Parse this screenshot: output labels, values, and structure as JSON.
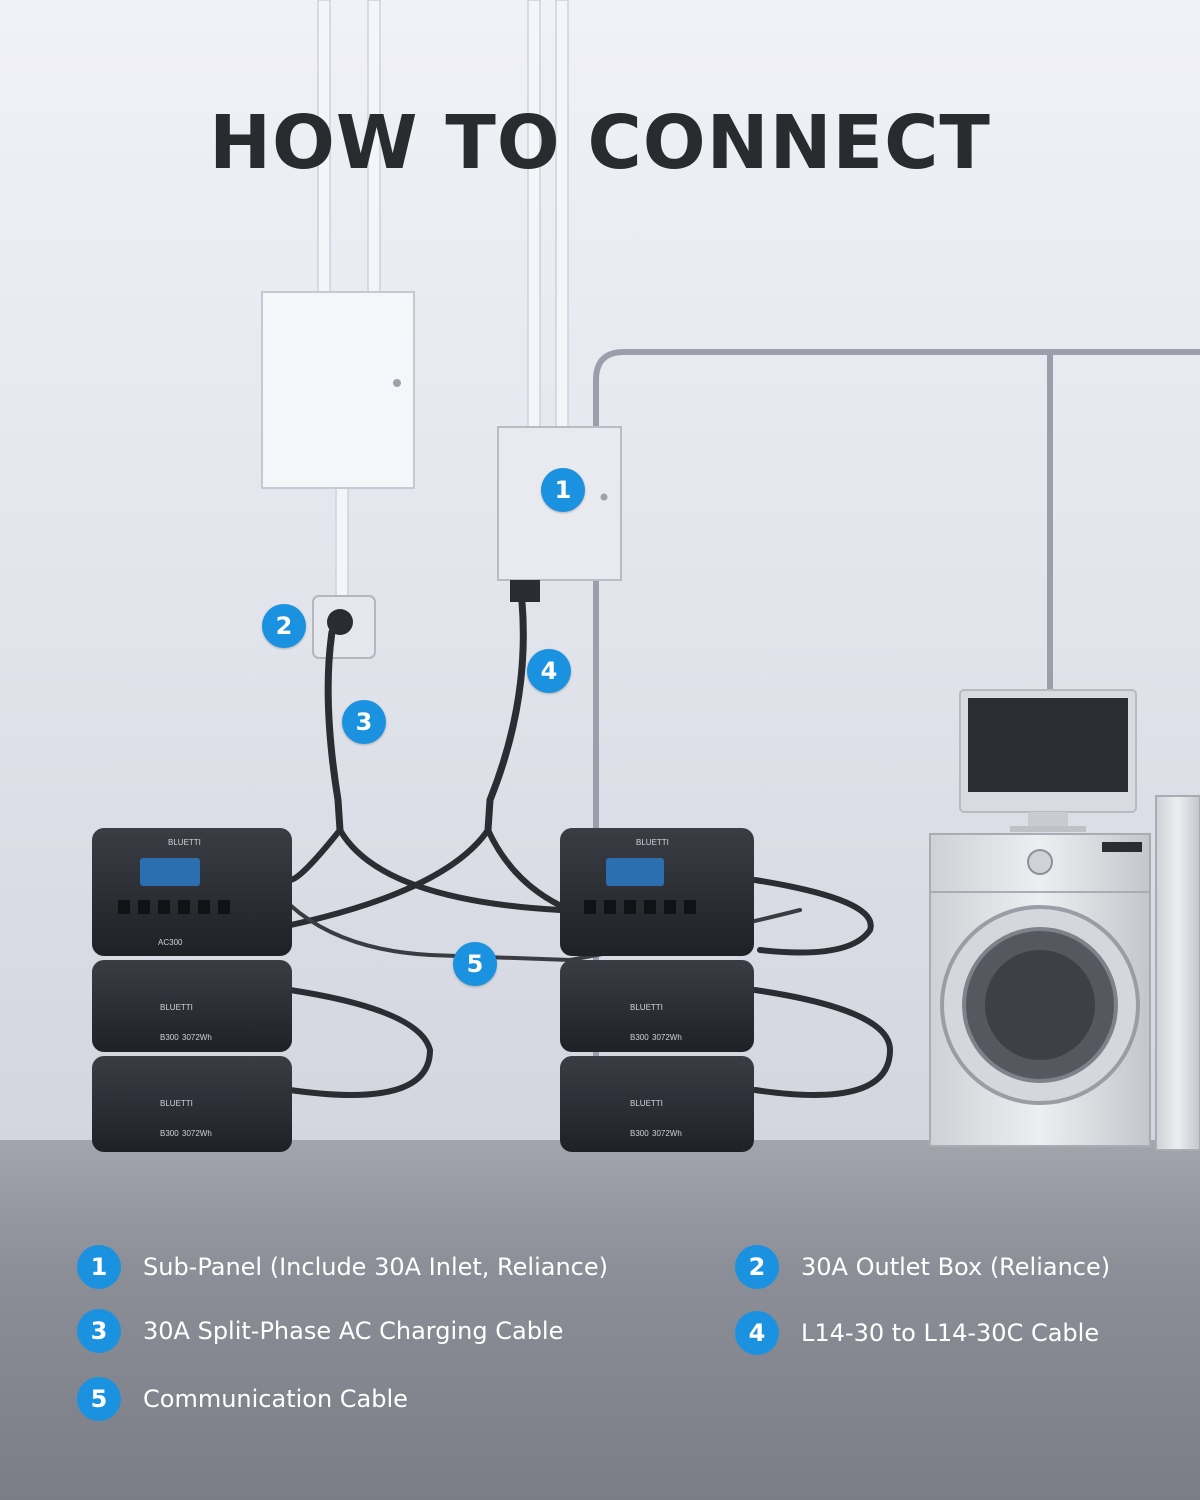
{
  "title": "HOW TO CONNECT",
  "accent_color": "#1a92e0",
  "callouts": [
    {
      "number": "1",
      "target": "sub-panel"
    },
    {
      "number": "2",
      "target": "outlet-box"
    },
    {
      "number": "3",
      "target": "charging-cable"
    },
    {
      "number": "4",
      "target": "l14-cable"
    },
    {
      "number": "5",
      "target": "communication-cable"
    }
  ],
  "legend": [
    {
      "number": "1",
      "text": "Sub-Panel (Include 30A Inlet, Reliance)"
    },
    {
      "number": "2",
      "text": "30A Outlet Box (Reliance)"
    },
    {
      "number": "3",
      "text": "30A Split-Phase AC Charging Cable"
    },
    {
      "number": "4",
      "text": "L14-30 to L14-30C Cable"
    },
    {
      "number": "5",
      "text": "Communication Cable"
    }
  ],
  "units": {
    "brand": "BLUETTI",
    "main_model": "AC300",
    "battery_model": "B300",
    "battery_capacity": "3072Wh"
  }
}
